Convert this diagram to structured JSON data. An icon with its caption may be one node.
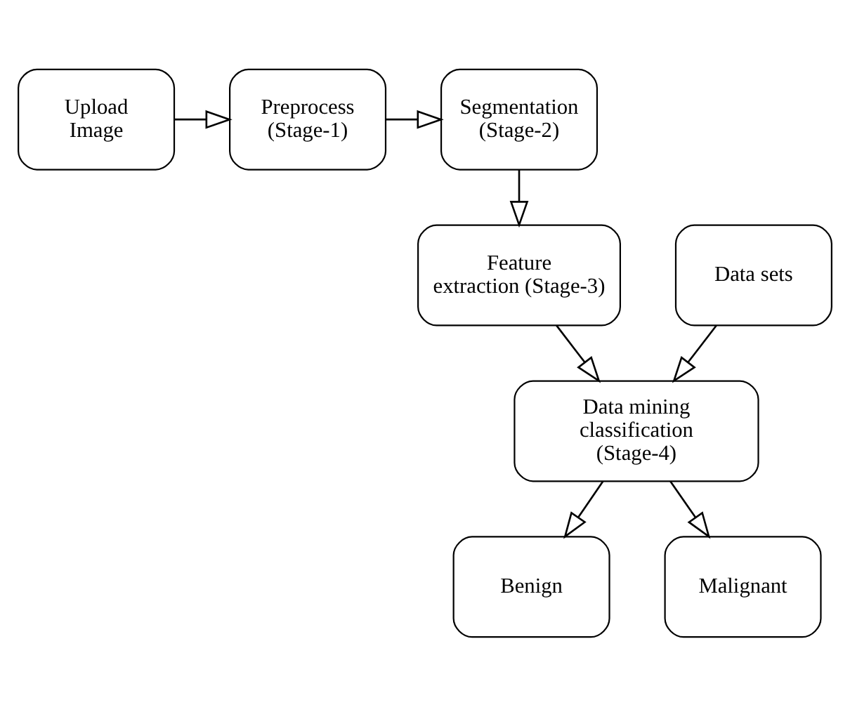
{
  "diagram": {
    "nodes": [
      {
        "text": [
          "Upload Image"
        ]
      },
      {
        "text": [
          "Preprocess (Stage-1)"
        ]
      },
      {
        "text": [
          "Segmentation (Stage-2)"
        ]
      },
      {
        "text": [
          "Feature extraction (Stage-3)"
        ]
      },
      {
        "text": [
          "Data sets"
        ]
      },
      {
        "text": [
          "Data mining classification (Stage-4)"
        ]
      },
      {
        "text": [
          "Benign"
        ]
      },
      {
        "text": [
          "Malignant"
        ]
      }
    ],
    "edges": [
      {
        "from": 0,
        "to": 1,
        "arrow": "to"
      },
      {
        "from": 1,
        "to": 2,
        "arrow": "to"
      },
      {
        "from": 2,
        "to": 3,
        "arrow": "to"
      },
      {
        "from": 3,
        "to": 5,
        "arrow": "to"
      },
      {
        "from": 4,
        "to": 5,
        "arrow": "to"
      },
      {
        "from": 5,
        "to": 6,
        "arrow": "to"
      },
      {
        "from": 5,
        "to": 7,
        "arrow": "to"
      }
    ]
  }
}
